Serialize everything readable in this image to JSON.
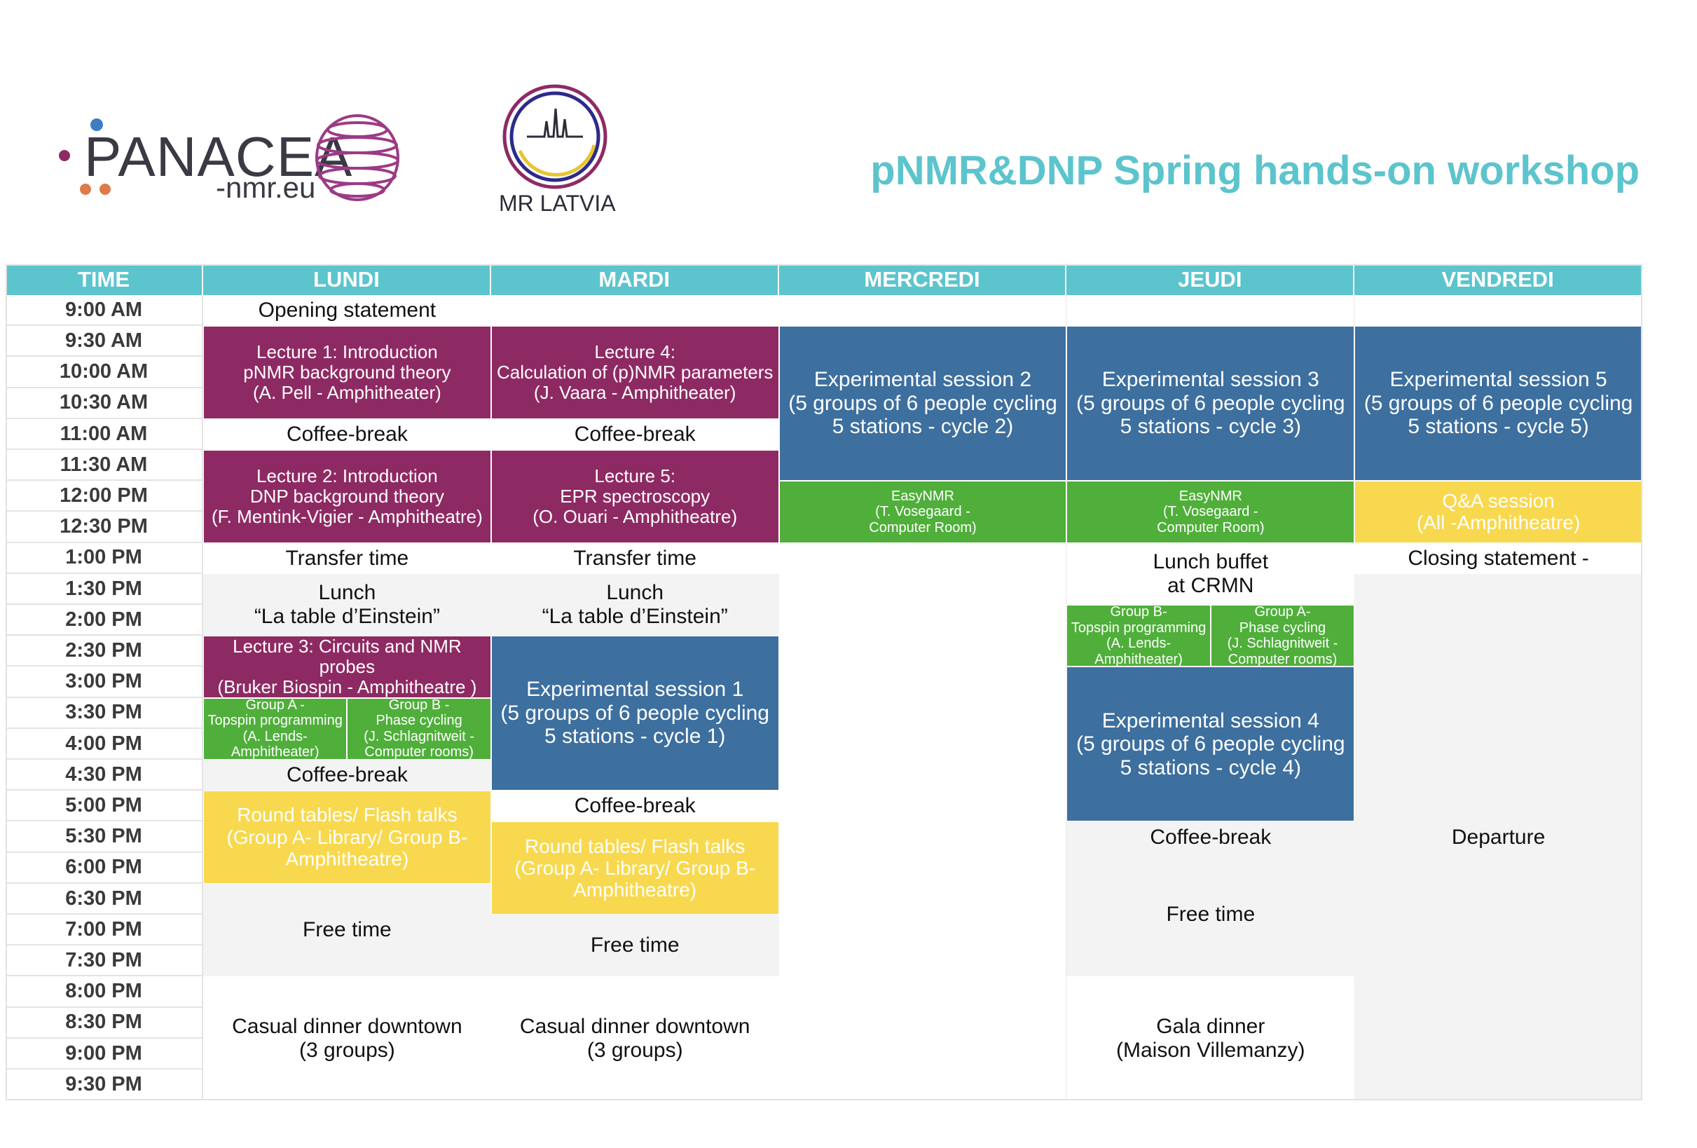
{
  "header": {
    "logo_panacea": "PANACEA",
    "logo_panacea_sub": "-nmr.eu",
    "logo_mrlatvia": "MR LATVIA",
    "title": "pNMR&DNP Spring hands-on workshop"
  },
  "colors": {
    "accent": "#5cc4cc",
    "lecture": "#8e2a63",
    "experimental": "#3d6f9f",
    "computer": "#4faf3a",
    "round_tables": "#f8d84e",
    "free_time": "#f3f3f3"
  },
  "table": {
    "time_header": "TIME",
    "days": [
      "LUNDI",
      "MARDI",
      "MERCREDI",
      "JEUDI",
      "VENDREDI"
    ],
    "times": [
      "9:00 AM",
      "9:30 AM",
      "10:00 AM",
      "10:30 AM",
      "11:00 AM",
      "11:30 AM",
      "12:00 PM",
      "12:30 PM",
      "1:00 PM",
      "1:30 PM",
      "2:00 PM",
      "2:30 PM",
      "3:00 PM",
      "3:30 PM",
      "4:00 PM",
      "4:30 PM",
      "5:00 PM",
      "5:30 PM",
      "6:00 PM",
      "6:30 PM",
      "7:00 PM",
      "7:30 PM",
      "8:00 PM",
      "8:30 PM",
      "9:00 PM",
      "9:30 PM"
    ],
    "events": [
      {
        "day": 0,
        "start": 0,
        "span": 1,
        "style": "plain",
        "text": "Opening statement"
      },
      {
        "day": 0,
        "start": 1,
        "span": 3,
        "style": "purple",
        "text": "Lecture 1: Introduction\npNMR background theory\n(A. Pell - Amphitheater)"
      },
      {
        "day": 0,
        "start": 4,
        "span": 1,
        "style": "plain",
        "text": "Coffee-break"
      },
      {
        "day": 0,
        "start": 5,
        "span": 3,
        "style": "purple",
        "text": "Lecture 2: Introduction\nDNP background theory\n(F. Mentink-Vigier - Amphitheatre)"
      },
      {
        "day": 0,
        "start": 8,
        "span": 1,
        "style": "plain",
        "text": "Transfer time"
      },
      {
        "day": 0,
        "start": 9,
        "span": 2,
        "style": "grey",
        "text": "Lunch\n“La table d’Einstein”"
      },
      {
        "day": 0,
        "start": 11,
        "span": 2,
        "style": "purple",
        "text": "Lecture 3: Circuits and NMR probes\n(Bruker Biospin - Amphitheatre )"
      },
      {
        "day": 0,
        "start": 13,
        "span": 2,
        "style": "green",
        "half": "left",
        "text": "Group A -\nTopspin programming\n(A. Lends-\nAmphitheater)"
      },
      {
        "day": 0,
        "start": 13,
        "span": 2,
        "style": "green",
        "half": "right",
        "text": "Group B -\nPhase cycling\n(J. Schlagnitweit -\nComputer rooms)"
      },
      {
        "day": 0,
        "start": 15,
        "span": 1,
        "style": "grey",
        "text": "Coffee-break"
      },
      {
        "day": 0,
        "start": 16,
        "span": 3,
        "style": "yellow",
        "text": "Round tables/ Flash talks\n(Group A- Library/ Group B-\nAmphitheatre)"
      },
      {
        "day": 0,
        "start": 19,
        "span": 3,
        "style": "grey",
        "text": "Free time"
      },
      {
        "day": 0,
        "start": 22,
        "span": 4,
        "style": "plain",
        "text": "Casual dinner downtown\n(3 groups)"
      },
      {
        "day": 1,
        "start": 0,
        "span": 1,
        "style": "plain",
        "text": ""
      },
      {
        "day": 1,
        "start": 1,
        "span": 3,
        "style": "purple",
        "text": "Lecture 4:\nCalculation of (p)NMR parameters\n(J. Vaara - Amphitheater)"
      },
      {
        "day": 1,
        "start": 4,
        "span": 1,
        "style": "plain",
        "text": "Coffee-break"
      },
      {
        "day": 1,
        "start": 5,
        "span": 3,
        "style": "purple",
        "text": "Lecture 5:\nEPR spectroscopy\n(O. Ouari - Amphitheatre)"
      },
      {
        "day": 1,
        "start": 8,
        "span": 1,
        "style": "plain",
        "text": "Transfer time"
      },
      {
        "day": 1,
        "start": 9,
        "span": 2,
        "style": "grey",
        "text": "Lunch\n“La table d’Einstein”"
      },
      {
        "day": 1,
        "start": 11,
        "span": 5,
        "style": "blue",
        "text": "Experimental session 1\n(5 groups of 6 people cycling\n5 stations - cycle 1)"
      },
      {
        "day": 1,
        "start": 16,
        "span": 1,
        "style": "plain",
        "text": "Coffee-break"
      },
      {
        "day": 1,
        "start": 17,
        "span": 3,
        "style": "yellow",
        "text": "Round tables/ Flash talks\n(Group A- Library/ Group B-\nAmphitheatre)"
      },
      {
        "day": 1,
        "start": 20,
        "span": 2,
        "style": "grey",
        "text": "Free time"
      },
      {
        "day": 1,
        "start": 22,
        "span": 4,
        "style": "plain",
        "text": "Casual dinner downtown\n(3 groups)"
      },
      {
        "day": 2,
        "start": 1,
        "span": 5,
        "style": "blue",
        "text": "Experimental session 2\n(5 groups of 6 people cycling\n5 stations - cycle 2)"
      },
      {
        "day": 2,
        "start": 6,
        "span": 2,
        "style": "green",
        "text": "EasyNMR\n(T. Vosegaard -\nComputer Room)"
      },
      {
        "day": 3,
        "start": 1,
        "span": 5,
        "style": "blue",
        "text": "Experimental session 3\n(5 groups of 6 people cycling\n5 stations - cycle 3)"
      },
      {
        "day": 3,
        "start": 6,
        "span": 2,
        "style": "green",
        "text": "EasyNMR\n(T. Vosegaard -\nComputer Room)"
      },
      {
        "day": 3,
        "start": 8,
        "span": 2,
        "style": "plain",
        "text": "Lunch buffet\nat CRMN"
      },
      {
        "day": 3,
        "start": 10,
        "span": 2,
        "style": "green",
        "half": "left",
        "text": "Group B-\nTopspin programming\n(A. Lends-\nAmphitheater)"
      },
      {
        "day": 3,
        "start": 10,
        "span": 2,
        "style": "green",
        "half": "right",
        "text": "Group A-\nPhase cycling\n(J. Schlagnitweit -\nComputer rooms)"
      },
      {
        "day": 3,
        "start": 12,
        "span": 5,
        "style": "blue",
        "text": "Experimental session 4\n(5 groups of 6 people cycling\n5 stations - cycle 4)"
      },
      {
        "day": 3,
        "start": 17,
        "span": 1,
        "style": "grey",
        "text": "Coffee-break"
      },
      {
        "day": 3,
        "start": 18,
        "span": 4,
        "style": "grey",
        "text": "Free time"
      },
      {
        "day": 3,
        "start": 22,
        "span": 4,
        "style": "plain",
        "text": "Gala dinner\n(Maison Villemanzy)"
      },
      {
        "day": 4,
        "start": 1,
        "span": 5,
        "style": "blue",
        "text": "Experimental session 5\n(5 groups of 6 people cycling\n5 stations - cycle 5)"
      },
      {
        "day": 4,
        "start": 6,
        "span": 2,
        "style": "yellow",
        "text": "Q&A session\n(All -Amphitheatre)"
      },
      {
        "day": 4,
        "start": 8,
        "span": 1,
        "style": "plain",
        "text": "Closing statement -"
      },
      {
        "day": 4,
        "start": 9,
        "span": 17,
        "style": "grey",
        "text": "Departure"
      }
    ]
  }
}
